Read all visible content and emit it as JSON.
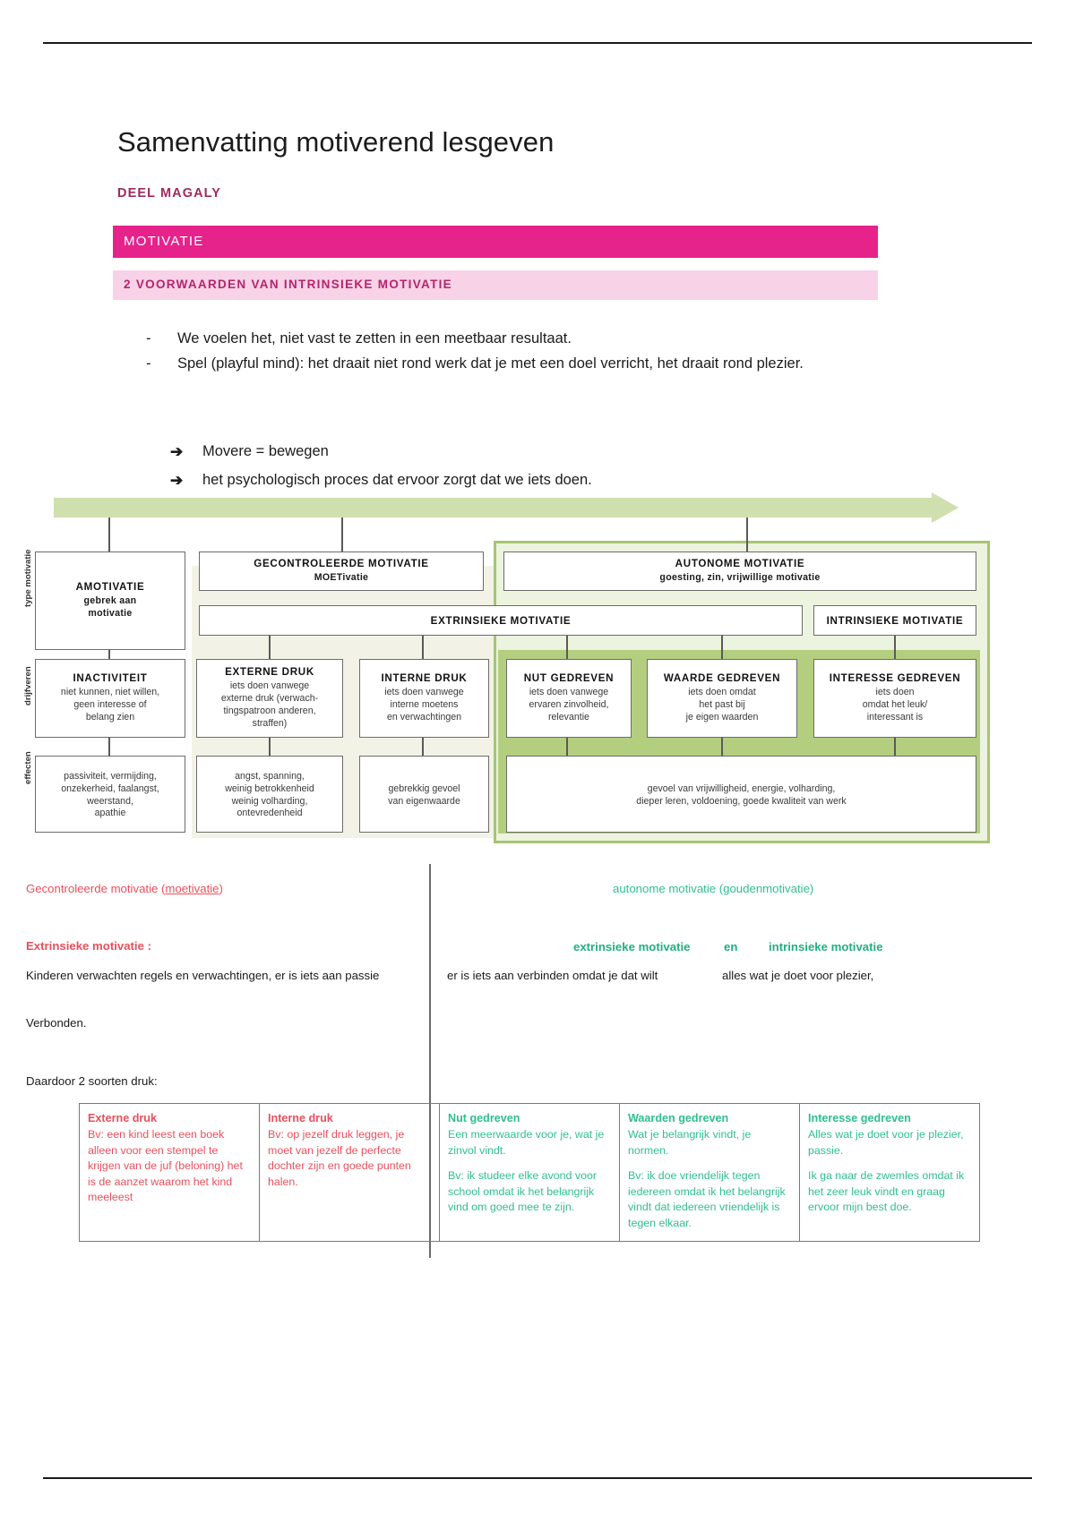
{
  "document": {
    "title": "Samenvatting motiverend lesgeven",
    "subheading": "DEEL MAGALY",
    "band_primary": "MOTIVATIE",
    "band_secondary": "2 VOORWAARDEN VAN INTRINSIEKE MOTIVATIE",
    "colors": {
      "pink": "#e6228b",
      "pink_light": "#f8d2e6",
      "maroon": "#9e2a5e",
      "green": "#2fbf8f",
      "red": "#e8505b",
      "diagram_green": "#b3ce7f"
    }
  },
  "bullets": {
    "marker": "-",
    "items": [
      "We voelen het, niet vast te zetten in een meetbaar resultaat.",
      "Spel (playful mind): het draait niet rond werk dat je met een doel verricht, het draait rond plezier."
    ]
  },
  "arrows": {
    "marker": "➔",
    "items": [
      "Movere = bewegen",
      "het psychologisch proces dat ervoor zorgt dat we iets doen."
    ]
  },
  "diagram": {
    "axis_labels": [
      "type motivatie",
      "drijfveren",
      "effecten"
    ],
    "row_type": [
      {
        "title": "AMOTIVATIE",
        "sub": "gebrek aan\nmotivatie"
      },
      {
        "title": "GECONTROLEERDE MOTIVATIE",
        "sub": "MOETivatie"
      },
      {
        "title": "AUTONOME MOTIVATIE",
        "sub": "goesting, zin, vrijwillige motivatie"
      }
    ],
    "row_kind": [
      {
        "title": "EXTRINSIEKE MOTIVATIE"
      },
      {
        "title": "INTRINSIEKE MOTIVATIE"
      }
    ],
    "row_drivers": [
      {
        "title": "INACTIVITEIT",
        "sub": "niet kunnen, niet willen,\ngeen interesse of\nbelang zien"
      },
      {
        "title": "EXTERNE DRUK",
        "sub": "iets doen vanwege\nexterne druk (verwach-\ntingspatroon anderen,\nstraffen)"
      },
      {
        "title": "INTERNE DRUK",
        "sub": "iets doen vanwege\ninterne moetens\nen verwachtingen"
      },
      {
        "title": "NUT GEDREVEN",
        "sub": "iets doen vanwege\nervaren zinvolheid,\nrelevantie"
      },
      {
        "title": "WAARDE GEDREVEN",
        "sub": "iets doen omdat\nhet past bij\nje eigen waarden"
      },
      {
        "title": "INTERESSE GEDREVEN",
        "sub": "iets doen\nomdat het leuk/\ninteressant is"
      }
    ],
    "row_effects": [
      {
        "text": "passiviteit, vermijding,\nonzekerheid, faalangst,\nweerstand,\napathie"
      },
      {
        "text": "angst, spanning,\nweinig betrokkenheid\nweinig volharding,\nontevredenheid"
      },
      {
        "text": "gebrekkig gevoel\nvan eigenwaarde"
      },
      {
        "text": "gevoel van vrijwilligheid, energie, volharding,\ndieper leren, voldoening, goede kwaliteit van werk"
      }
    ]
  },
  "comparison": {
    "left": {
      "heading_plain": "Gecontroleerde motivatie (",
      "heading_underlined": "moetivatie",
      "heading_close": ")",
      "label": "Extrinsieke motivatie :",
      "body_1": "Kinderen verwachten regels en verwachtingen, er is iets aan passie",
      "body_2": "Verbonden.",
      "body_3": "Daardoor 2 soorten druk:"
    },
    "right": {
      "heading": "autonome motivatie (goudenmotivatie)",
      "label_a": "extrinsieke motivatie",
      "label_and": "en",
      "label_b": "intrinsieke motivatie",
      "body_a": "er is iets aan verbinden omdat je dat wilt",
      "body_b": "alles wat je doet voor plezier,"
    }
  },
  "table": {
    "columns": [
      {
        "header": "Externe druk",
        "color": "red",
        "paragraphs": [
          "Bv: een kind leest een boek alleen voor een stempel te krijgen van de juf (beloning) het is de aanzet waarom het kind meeleest"
        ]
      },
      {
        "header": "Interne druk",
        "color": "red",
        "paragraphs": [
          "Bv: op jezelf druk leggen, je moet van jezelf de perfecte dochter zijn en goede punten halen."
        ]
      },
      {
        "header": "Nut gedreven",
        "color": "green",
        "paragraphs": [
          "Een meerwaarde voor je, wat je zinvol vindt.",
          "Bv: ik studeer elke avond voor school omdat ik het belangrijk vind om goed mee te zijn."
        ]
      },
      {
        "header": "Waarden gedreven",
        "color": "green",
        "paragraphs": [
          "Wat je belangrijk vindt, je normen.",
          "Bv: ik doe vriendelijk tegen iedereen omdat ik het belangrijk vindt dat iedereen vriendelijk is tegen elkaar."
        ]
      },
      {
        "header": "Interesse gedreven",
        "color": "green",
        "paragraphs": [
          "Alles wat je doet voor je plezier, passie.",
          "Ik ga naar de zwemles omdat ik het zeer leuk vindt en graag ervoor mijn best doe."
        ]
      }
    ]
  }
}
